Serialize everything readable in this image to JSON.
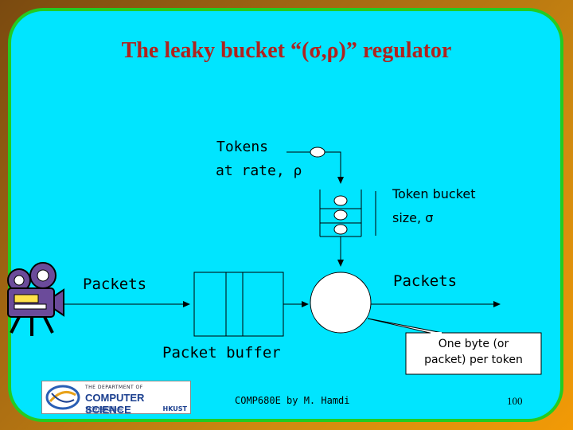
{
  "title": "The leaky bucket “(σ,ρ)” regulator",
  "labels": {
    "tokens_line1": "Tokens",
    "tokens_line2": "at rate, ρ",
    "bucket_line1": "Token bucket",
    "bucket_line2": "size, σ",
    "packets_in": "Packets",
    "packets_out": "Packets",
    "packet_buffer": "Packet buffer",
    "callout_line1": "One byte (or",
    "callout_line2": "packet) per token"
  },
  "footer": {
    "course": "COMP680E by M. Hamdi",
    "page": "100"
  },
  "logo": {
    "dept": "THE DEPARTMENT OF",
    "name": "COMPUTER SCIENCE",
    "chinese": "計算機科學系",
    "school": "HKUST"
  },
  "colors": {
    "panel": "#00e5ff",
    "panel_border": "#22cc22",
    "title": "#b0221e"
  },
  "icons": [
    "video-camera-icon"
  ]
}
